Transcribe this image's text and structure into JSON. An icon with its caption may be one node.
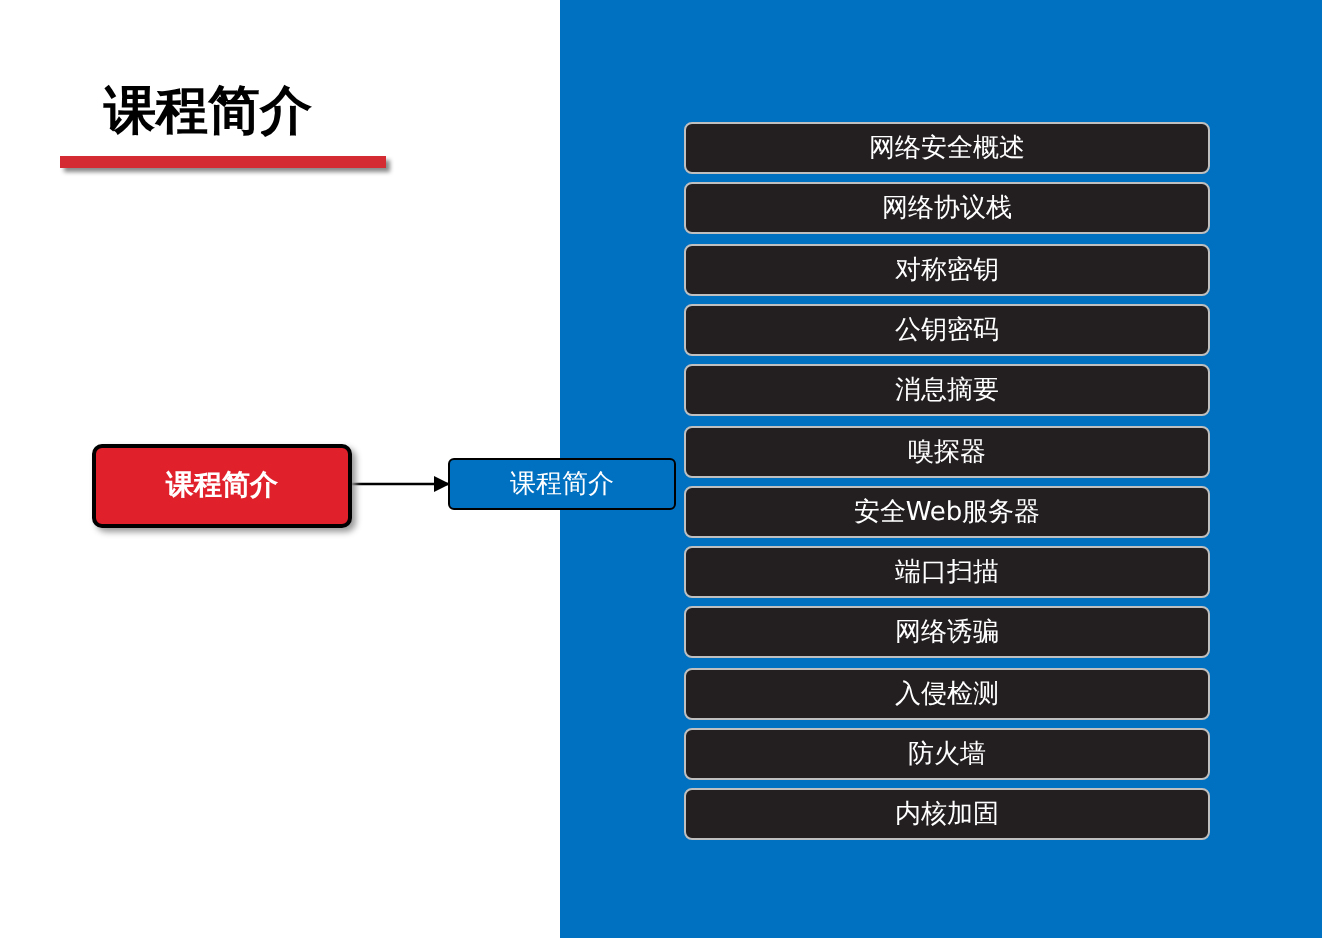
{
  "diagram": {
    "title": "课程简介",
    "nodes": [
      {
        "text": [
          "课程简介"
        ]
      },
      {
        "text": [
          "课程简介"
        ]
      },
      {
        "text": [
          "网络安全概述"
        ]
      },
      {
        "text": [
          "网络协议栈"
        ]
      },
      {
        "text": [
          "对称密钥"
        ]
      },
      {
        "text": [
          "公钥密码"
        ]
      },
      {
        "text": [
          "消息摘要"
        ]
      },
      {
        "text": [
          "嗅探器"
        ]
      },
      {
        "text": [
          "安全Web服务器"
        ]
      },
      {
        "text": [
          "端口扫描"
        ]
      },
      {
        "text": [
          "网络诱骗"
        ]
      },
      {
        "text": [
          "入侵检测"
        ]
      },
      {
        "text": [
          "防火墙"
        ]
      },
      {
        "text": [
          "内核加固"
        ]
      }
    ],
    "edges": [
      {
        "from": 0,
        "to": 1,
        "arrow": "to"
      }
    ]
  }
}
